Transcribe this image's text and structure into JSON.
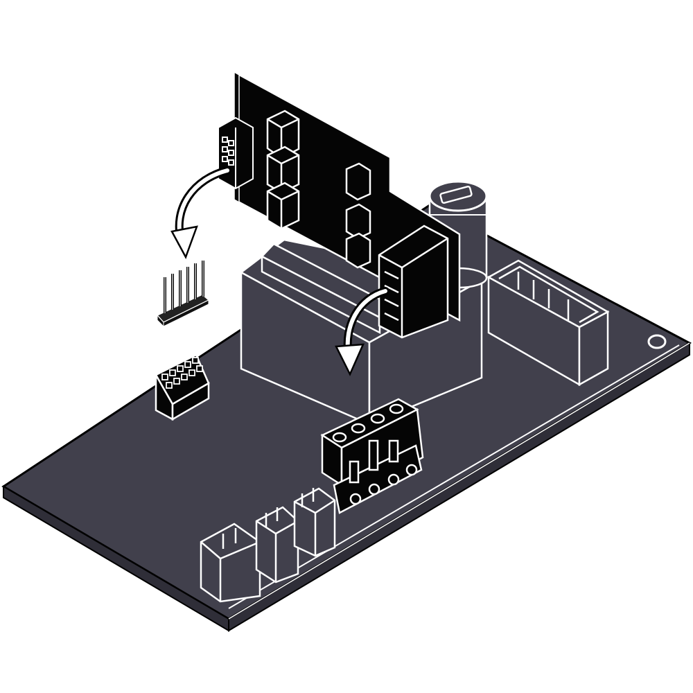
{
  "diagram": {
    "kind": "isometric-line-illustration",
    "caption": "",
    "colors": {
      "board": "#41404c",
      "component": "#41404c",
      "module": "#050505",
      "line": "#ffffff",
      "outline": "#000000",
      "background": "#ffffff"
    },
    "parts": [
      {
        "id": "main-board",
        "label": ""
      },
      {
        "id": "plug-in-module",
        "label": ""
      },
      {
        "id": "transformer-block",
        "label": ""
      },
      {
        "id": "pin-header",
        "label": ""
      },
      {
        "id": "socket-header",
        "label": ""
      },
      {
        "id": "screw-terminal",
        "label": ""
      },
      {
        "id": "connector-row",
        "label": ""
      },
      {
        "id": "side-connector",
        "label": ""
      },
      {
        "id": "capacitor",
        "label": ""
      },
      {
        "id": "mount-hole",
        "label": ""
      }
    ],
    "arrows": [
      {
        "id": "arrow-module-to-pins",
        "from": "plug-in-module",
        "to": "pin-header"
      },
      {
        "id": "arrow-module-to-transformer",
        "from": "plug-in-module",
        "to": "transformer-block"
      }
    ]
  }
}
